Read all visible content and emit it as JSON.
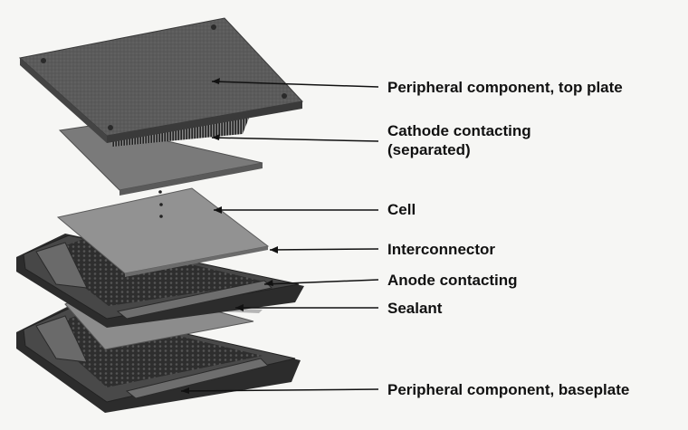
{
  "labels": {
    "top_plate": "Peripheral component, top plate",
    "cathode_line1": "Cathode contacting",
    "cathode_line2": "(separated)",
    "cell": "Cell",
    "interconnector": "Interconnector",
    "anode": "Anode contacting",
    "sealant": "Sealant",
    "baseplate": "Peripheral component, baseplate"
  },
  "colors": {
    "background": "#f6f6f4",
    "plate_dark": "#5d5d5d",
    "cathode": "#7a7a7a",
    "cell": "#949494",
    "frame": "#3c3c3c",
    "mesh": "#2a2a2a",
    "leader_line": "#111111"
  }
}
